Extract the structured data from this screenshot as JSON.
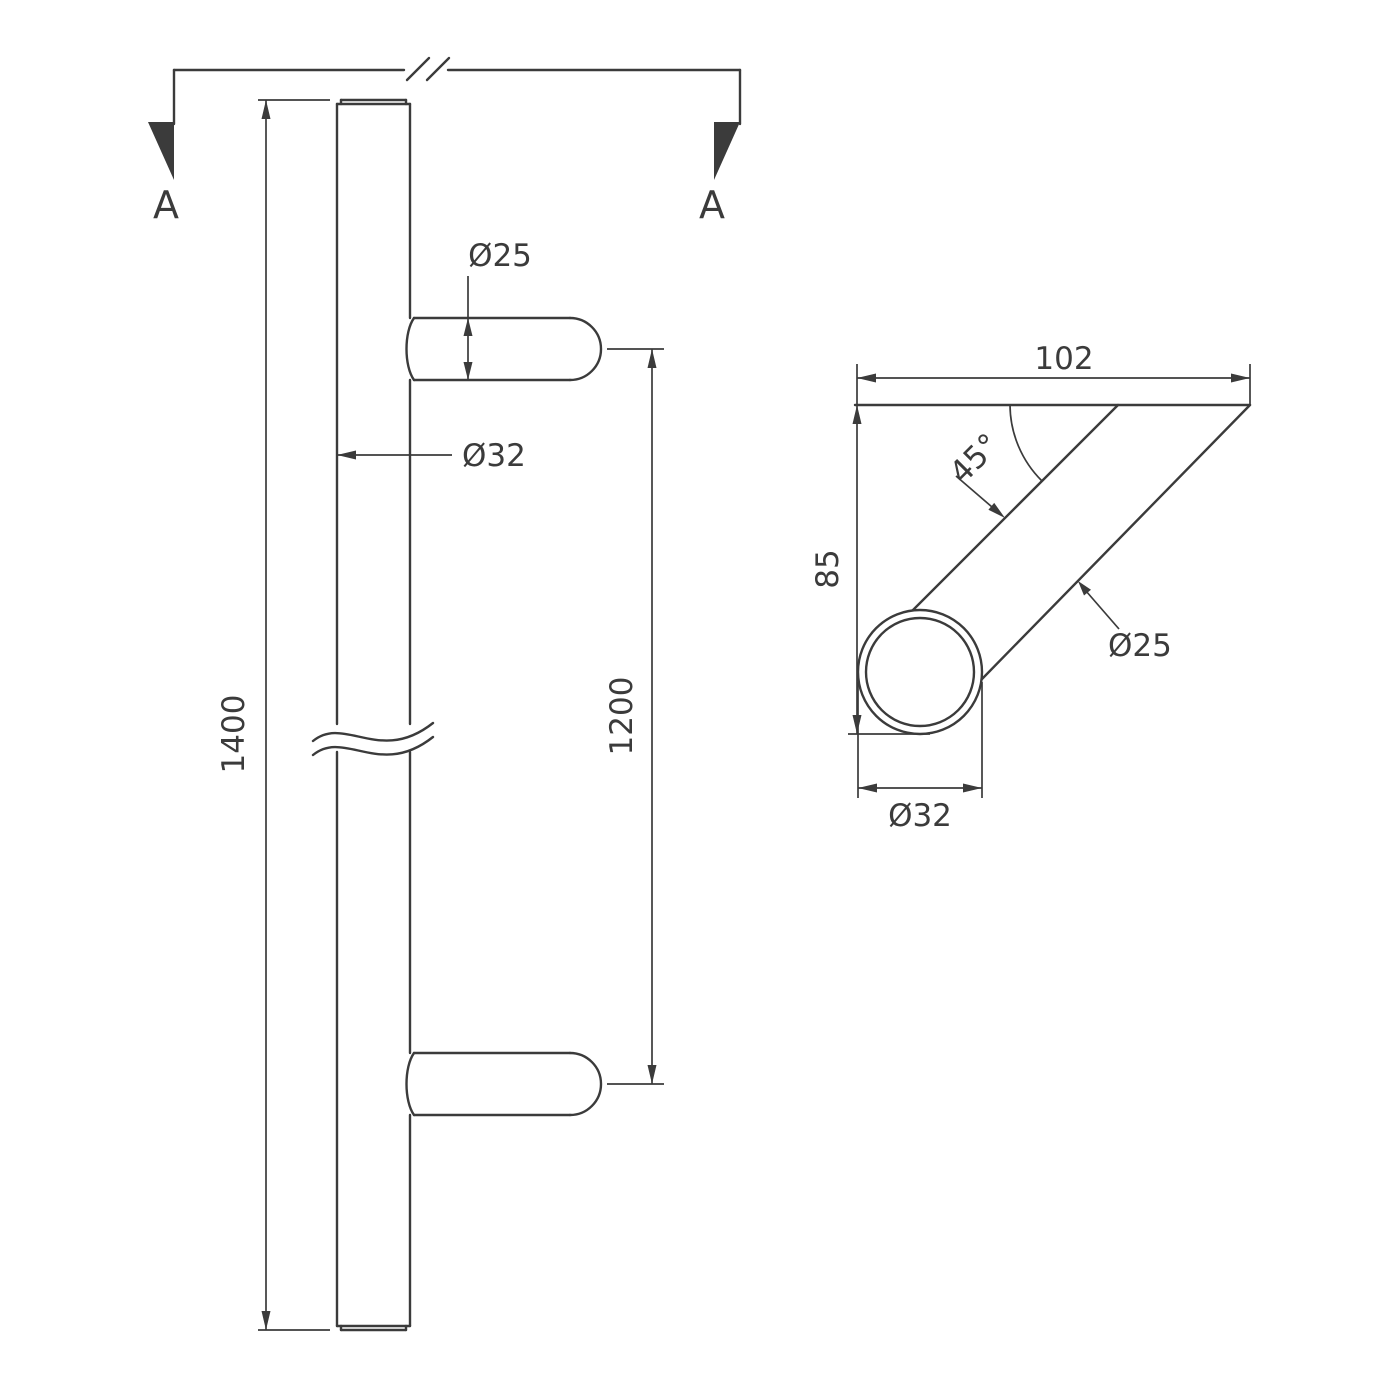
{
  "drawing_type": "technical-drawing-pull-handle",
  "colors": {
    "background": "#ffffff",
    "line": "#3b3b3b"
  },
  "section_labels": {
    "left": "A",
    "right": "A"
  },
  "front_view": {
    "length": "1400",
    "hole_centers": "1200",
    "support_diameter": "Ø25",
    "bar_diameter": "Ø32"
  },
  "section_view": {
    "width": "102",
    "height": "85",
    "angle": "45°",
    "support_diameter": "Ø25",
    "bar_diameter": "Ø32"
  }
}
